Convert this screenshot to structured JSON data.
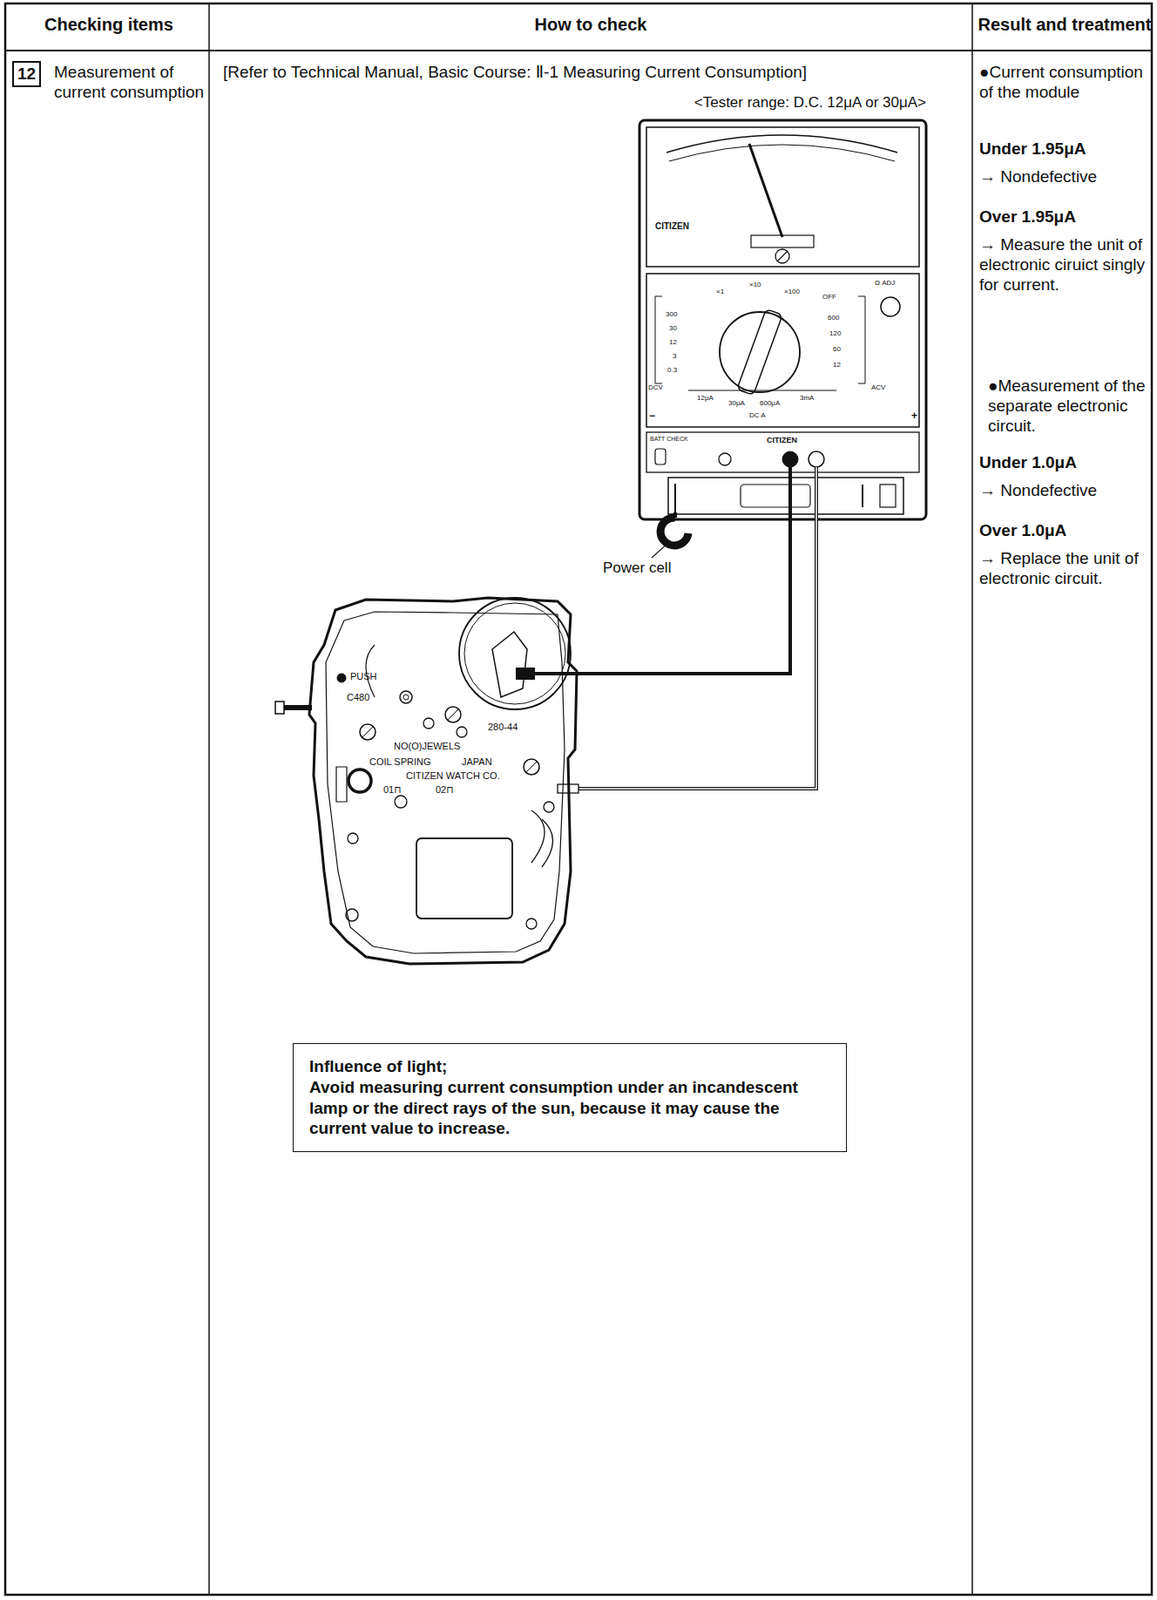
{
  "diagram": {
    "nodes": [
      {
        "text": [
          "12"
        ]
      },
      {
        "text": [
          "Influence of light;",
          "Avoid measuring current consumption under an incandescent lamp or the direct rays of the sun, because it may cause the current value to increase."
        ]
      }
    ],
    "labels": [
      "Checking items",
      "How to check",
      "Result and treatment",
      "Measurement of current consumption",
      "[Refer to Technical Manual, Basic Course: Ⅱ-1 Measuring Current Consumption]",
      "<Tester range: D.C. 12μA or 30μA>",
      "●Current consumption of the module",
      "Under 1.95μA",
      "→ Nondefective",
      "Over 1.95μA",
      "→ Measure the unit of electronic ciruict singly for current.",
      "●Measurement of the separate electronic circuit.",
      "Under 1.0μA",
      "→ Nondefective",
      "Over 1.0μA",
      "→ Replace the unit of electronic circuit.",
      "Power cell",
      "CITIZEN",
      "CITIZEN",
      "Ω ADJ",
      "×1",
      "×10",
      "×100",
      "OFF",
      "300",
      "30",
      "12",
      "3",
      "0.3",
      "600",
      "120",
      "60",
      "12",
      "12μA",
      "30μA",
      "600μA",
      "3mA",
      "DC A",
      "DCV",
      "ACV",
      "BATT CHECK",
      "−",
      "+",
      "PUSH",
      "C480",
      "280-44",
      "NO(O)JEWELS",
      "COIL SPRING",
      "JAPAN",
      "CITIZEN WATCH CO.",
      "01⊓",
      "02⊓"
    ]
  }
}
